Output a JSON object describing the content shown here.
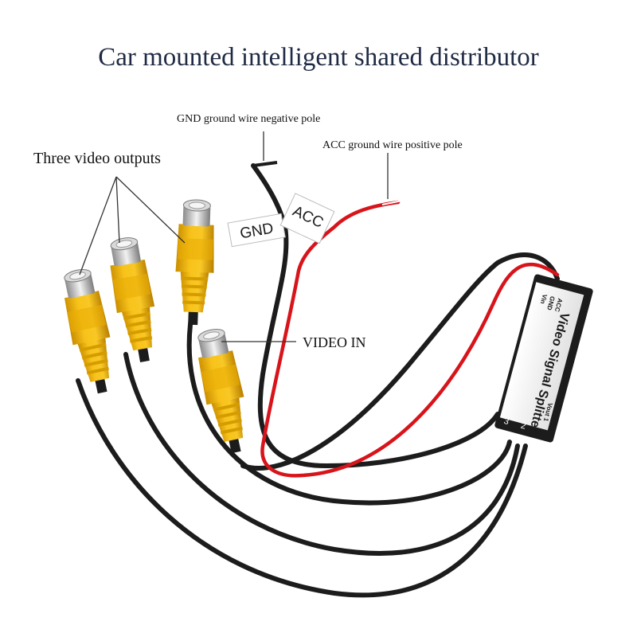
{
  "title": "Car mounted intelligent shared distributor",
  "labels": {
    "gnd_wire": "GND ground wire negative pole",
    "acc_wire": "ACC ground wire positive pole",
    "three_outputs": "Three video outputs",
    "video_in": "VIDEO IN"
  },
  "tags": {
    "gnd": "GND",
    "acc": "ACC"
  },
  "splitter": {
    "name": "Video Signal Splitter",
    "pins": [
      "Vin",
      "GND",
      "ACC"
    ],
    "outputs": [
      "Vout 1",
      "2",
      "3"
    ]
  },
  "colors": {
    "title": "#1f2a44",
    "connector_yellow": "#f2b400",
    "cable_black": "#1c1c1c",
    "wire_red": "#d8141b"
  }
}
